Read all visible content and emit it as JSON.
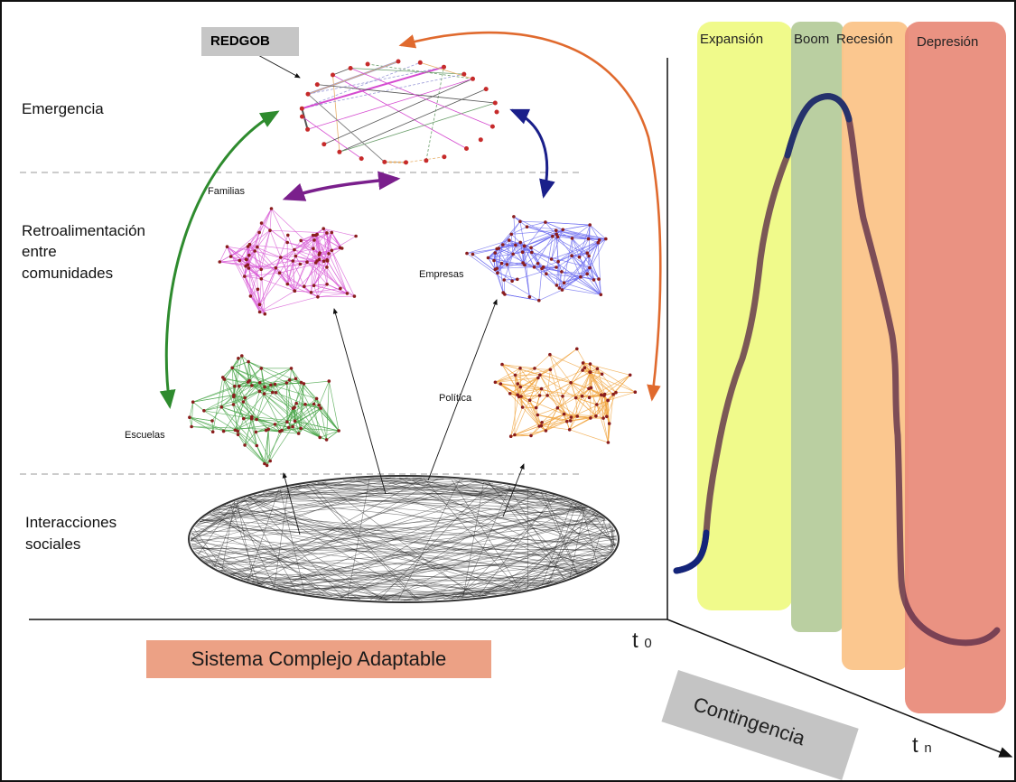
{
  "levels": {
    "emergencia": "Emergencia",
    "retro_line1": "Retroalimentación",
    "retro_line2": "entre",
    "retro_line3": "comunidades",
    "inter_line1": "Interacciones",
    "inter_line2": "sociales"
  },
  "networks": {
    "redgob": "REDGOB",
    "familias": "Familias",
    "empresas": "Empresas",
    "escuelas": "Escuelas",
    "politica": "Política"
  },
  "phases": [
    {
      "name": "Expansión",
      "color": "#eef97e"
    },
    {
      "name": "Boom",
      "color": "#b6cc9c"
    },
    {
      "name": "Recesión",
      "color": "#fbc489"
    },
    {
      "name": "Depresión",
      "color": "#e98c7b"
    }
  ],
  "title": "Sistema Complejo Adaptable",
  "contingencia": "Contingencia",
  "t0": {
    "main": "t",
    "sub": "0"
  },
  "tn": {
    "main": "t",
    "sub": "n"
  },
  "colors": {
    "familias": "#d95ed6",
    "empresas": "#6c6cf0",
    "escuelas": "#4aa64a",
    "politica": "#f1a642",
    "arrow_green": "#2e8b2e",
    "arrow_purple": "#7a1f8c",
    "arrow_navy": "#1a1f8a",
    "arrow_orange": "#e06a2e",
    "title_bg": "#eca185",
    "contingencia_bg": "#c4c4c4"
  }
}
